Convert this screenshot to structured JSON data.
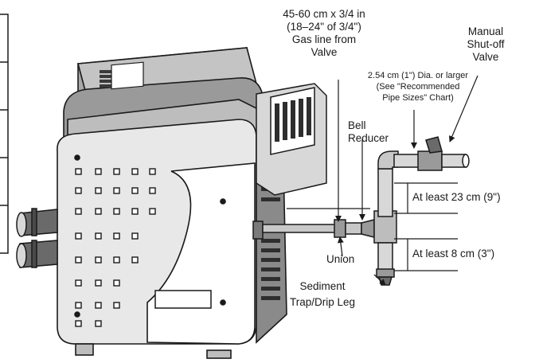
{
  "labels": {
    "gas_line": [
      "45-60 cm x 3/4 in",
      "(18–24\" of 3/4\")",
      "Gas line from",
      "Valve"
    ],
    "shutoff": [
      "Manual",
      "Shut-off",
      "Valve"
    ],
    "pipe_size": [
      "2.54 cm (1\") Dia. or larger",
      "(See \"Recommended",
      "Pipe Sizes\" Chart)"
    ],
    "bell_reducer": [
      "Bell",
      "Reducer"
    ],
    "at_least_23": "At least 23 cm (9\")",
    "at_least_8": "At least 8 cm (3\")",
    "union": "Union",
    "sediment": [
      "Sediment",
      "Trap/Drip Leg"
    ]
  }
}
